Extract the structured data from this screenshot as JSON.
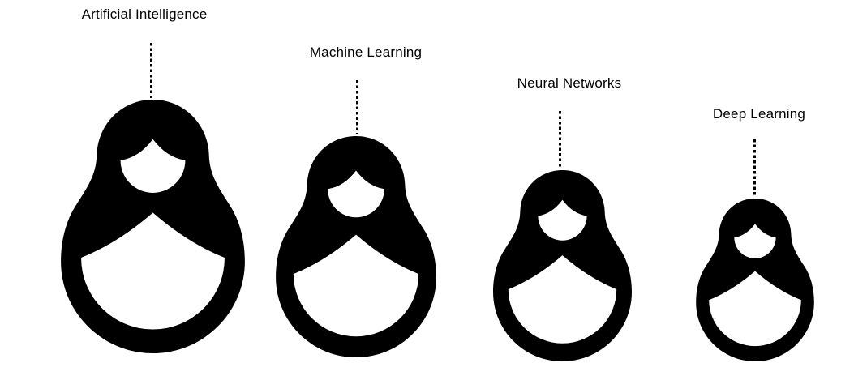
{
  "diagram": {
    "type": "nested-concepts",
    "icon": "matryoshka-doll-icon",
    "colors": {
      "foreground": "#000000",
      "background": "#ffffff"
    },
    "items": [
      {
        "label": "Artificial Intelligence",
        "rank": 1,
        "relative_size": 1.0
      },
      {
        "label": "Machine Learning",
        "rank": 2,
        "relative_size": 0.87
      },
      {
        "label": "Neural Networks",
        "rank": 3,
        "relative_size": 0.75
      },
      {
        "label": "Deep Learning",
        "rank": 4,
        "relative_size": 0.64
      }
    ]
  }
}
